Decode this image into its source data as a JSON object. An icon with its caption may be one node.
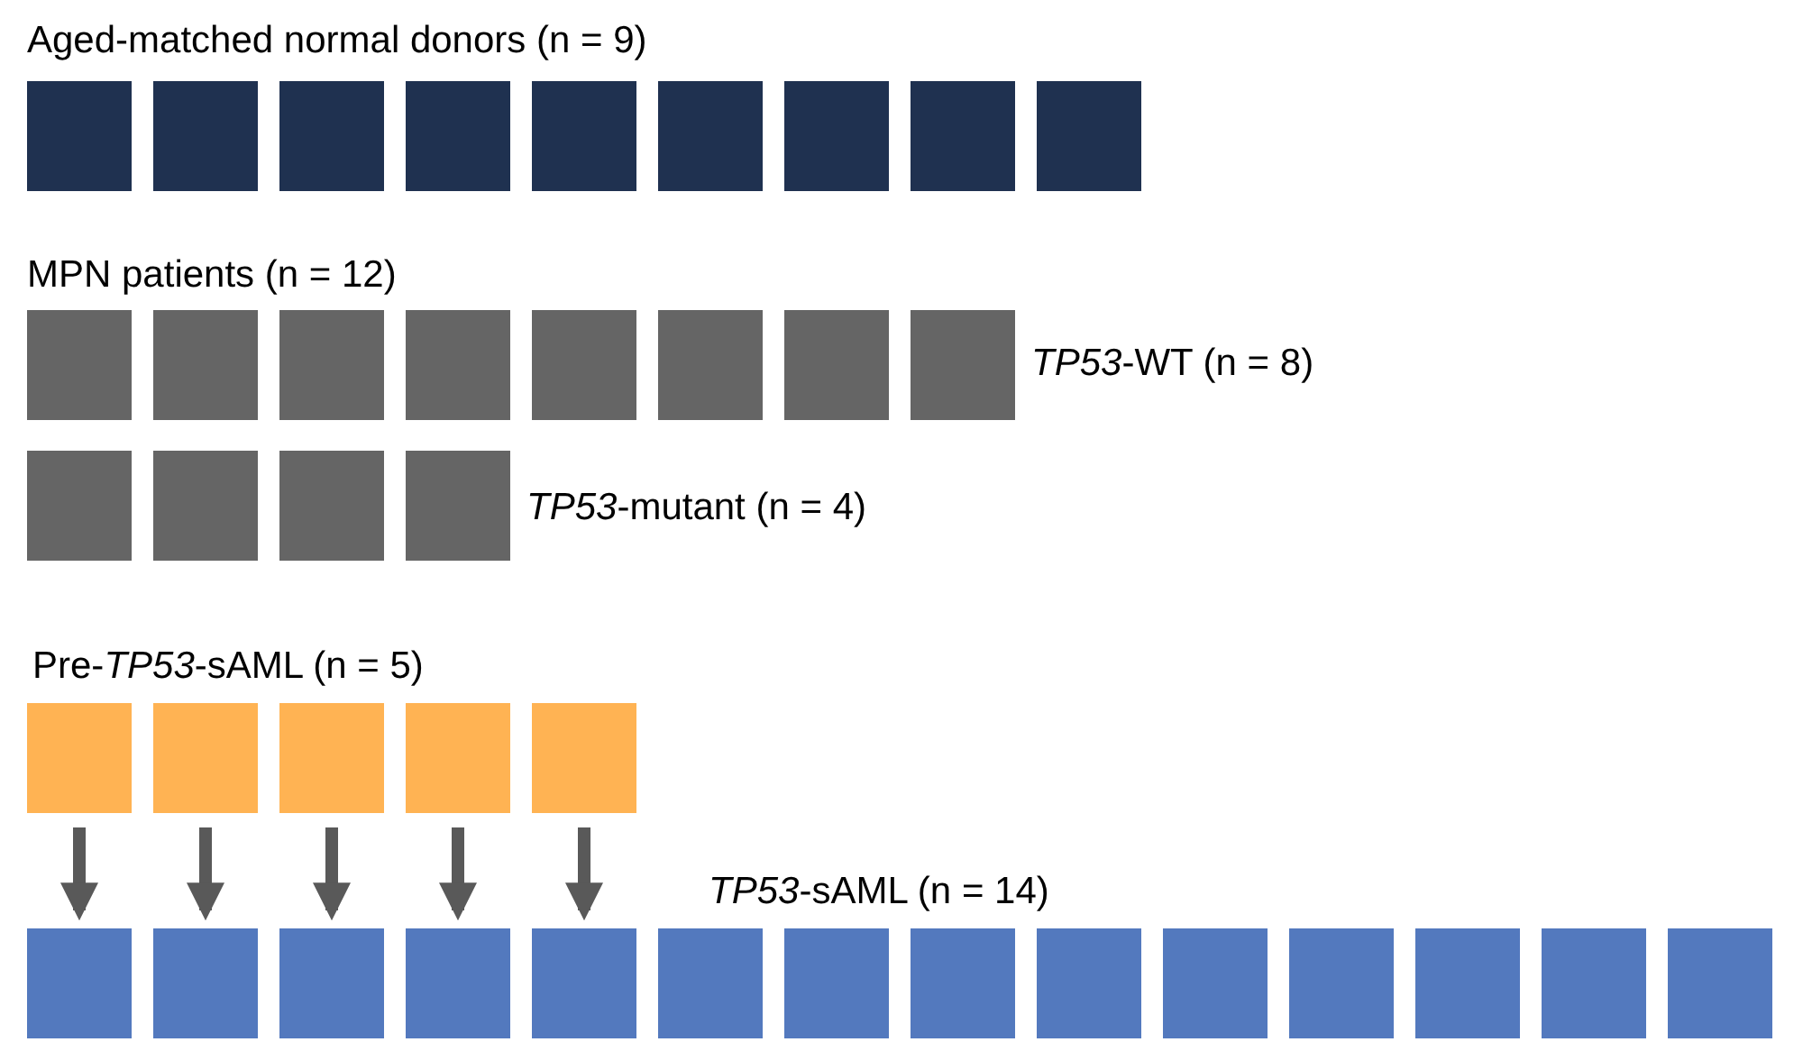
{
  "diagram": {
    "nodes": [
      {
        "text": [],
        "shape": "box"
      },
      {
        "text": [],
        "shape": "box"
      },
      {
        "text": [],
        "shape": "box"
      },
      {
        "text": [],
        "shape": "box"
      },
      {
        "text": [],
        "shape": "box"
      },
      {
        "text": [],
        "shape": "box"
      },
      {
        "text": [],
        "shape": "box"
      },
      {
        "text": [],
        "shape": "box"
      },
      {
        "text": [],
        "shape": "box"
      },
      {
        "text": [],
        "shape": "box"
      },
      {
        "text": [],
        "shape": "box"
      },
      {
        "text": [],
        "shape": "box"
      },
      {
        "text": [],
        "shape": "box"
      },
      {
        "text": [],
        "shape": "box"
      },
      {
        "text": [],
        "shape": "box"
      },
      {
        "text": [],
        "shape": "box"
      },
      {
        "text": [],
        "shape": "box"
      },
      {
        "text": [],
        "shape": "box"
      },
      {
        "text": [],
        "shape": "box"
      },
      {
        "text": [],
        "shape": "box"
      },
      {
        "text": [],
        "shape": "box"
      },
      {
        "text": [],
        "shape": "box"
      },
      {
        "text": [],
        "shape": "box"
      },
      {
        "text": [],
        "shape": "box"
      },
      {
        "text": [],
        "shape": "box"
      },
      {
        "text": [],
        "shape": "box"
      },
      {
        "text": [],
        "shape": "box"
      },
      {
        "text": [],
        "shape": "box"
      },
      {
        "text": [],
        "shape": "box"
      },
      {
        "text": [],
        "shape": "box"
      },
      {
        "text": [],
        "shape": "box"
      },
      {
        "text": [],
        "shape": "box"
      },
      {
        "text": [],
        "shape": "box"
      },
      {
        "text": [],
        "shape": "box"
      },
      {
        "text": [],
        "shape": "box"
      },
      {
        "text": [],
        "shape": "box"
      },
      {
        "text": [],
        "shape": "box"
      },
      {
        "text": [],
        "shape": "box"
      },
      {
        "text": [],
        "shape": "box"
      },
      {
        "text": [],
        "shape": "box"
      }
    ],
    "edges": [
      {
        "from": 21,
        "to": 26,
        "arrow": "to"
      },
      {
        "from": 22,
        "to": 27,
        "arrow": "to"
      },
      {
        "from": 23,
        "to": 28,
        "arrow": "to"
      },
      {
        "from": 24,
        "to": 29,
        "arrow": "to"
      },
      {
        "from": 25,
        "to": 30,
        "arrow": "to"
      }
    ],
    "labels": [
      "Aged-matched normal donors (n = 9)",
      "MPN patients (n = 12)",
      "*TP53*-WT (n = 8)",
      "*TP53*-mutant (n = 4)",
      "Pre-*TP53*-sAML (n = 5)",
      "*TP53*-sAML (n = 14)"
    ]
  }
}
